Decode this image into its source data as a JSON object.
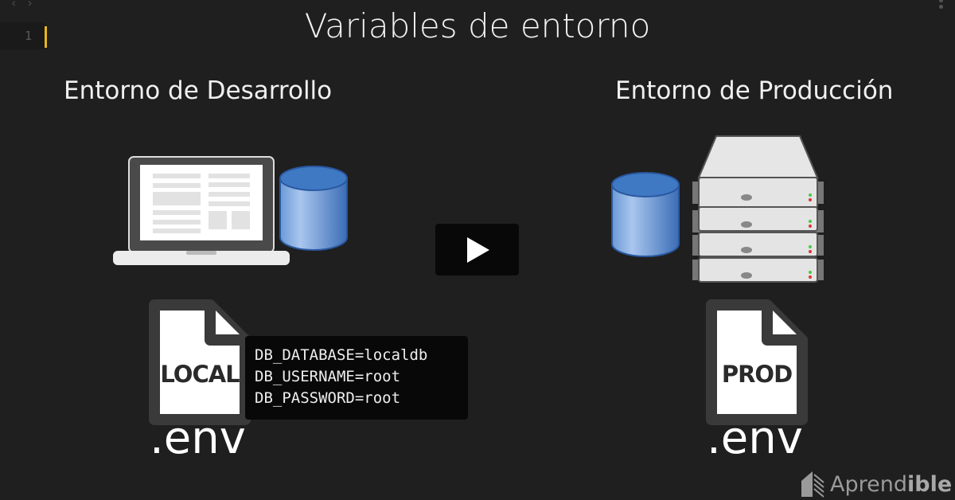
{
  "editor": {
    "nav_back": "‹",
    "nav_forward": "›",
    "line_number": "1",
    "cursor_color": "#e8b61c"
  },
  "slide": {
    "title": "Variables de entorno",
    "dev": {
      "heading": "Entorno de Desarrollo",
      "file_label": "LOCAL",
      "file_ext": ".env",
      "env_lines": [
        "DB_DATABASE=localdb",
        "DB_USERNAME=root",
        "DB_PASSWORD=root"
      ]
    },
    "prod": {
      "heading": "Entorno de Producción",
      "file_label": "PROD",
      "file_ext": ".env"
    }
  },
  "player": {
    "play_icon": "play-icon"
  },
  "brand": {
    "name_light": "Aprend",
    "name_bold": "ible"
  },
  "colors": {
    "background": "#1f1f1f",
    "db_blue": "#3f79c4",
    "code_bg": "#080808"
  }
}
